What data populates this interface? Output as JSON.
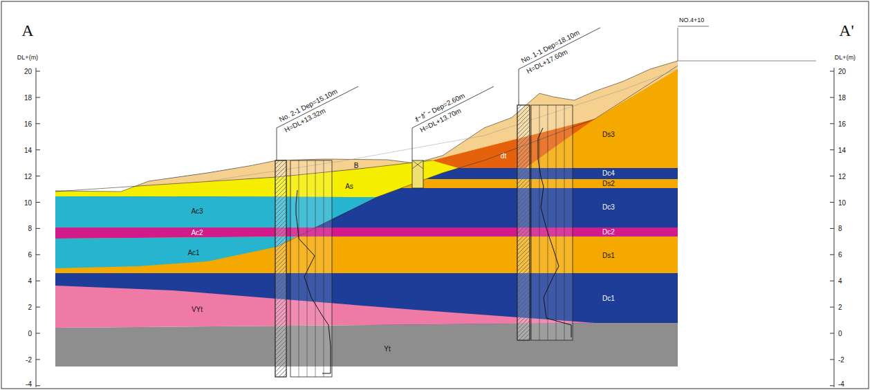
{
  "diagram": {
    "labels": [
      "A",
      "A'",
      "DL+(m)",
      "20",
      "18",
      "16",
      "14",
      "12",
      "10",
      "8",
      "6",
      "4",
      "2",
      "0",
      "-2",
      "-4",
      "DL+(m)",
      "20",
      "18",
      "16",
      "14",
      "12",
      "10",
      "8",
      "6",
      "4",
      "2",
      "0",
      "-2",
      "-4",
      "No. 2-1 Dep=15.10m",
      "H=DL+13.32m",
      "ｵｰｶﾞｰ Dep=2.60m",
      "H=DL+13.70m",
      "No. 1-1 Dep=18.10m",
      "H=DL+17.60m",
      "NO.4+10",
      "B",
      "As",
      "Ac3",
      "Ac2",
      "Ac1",
      "VYt",
      "Yt",
      "dt",
      "Ds3",
      "Dc4",
      "Ds2",
      "Dc3",
      "Dc2",
      "Ds1",
      "Dc1"
    ]
  }
}
